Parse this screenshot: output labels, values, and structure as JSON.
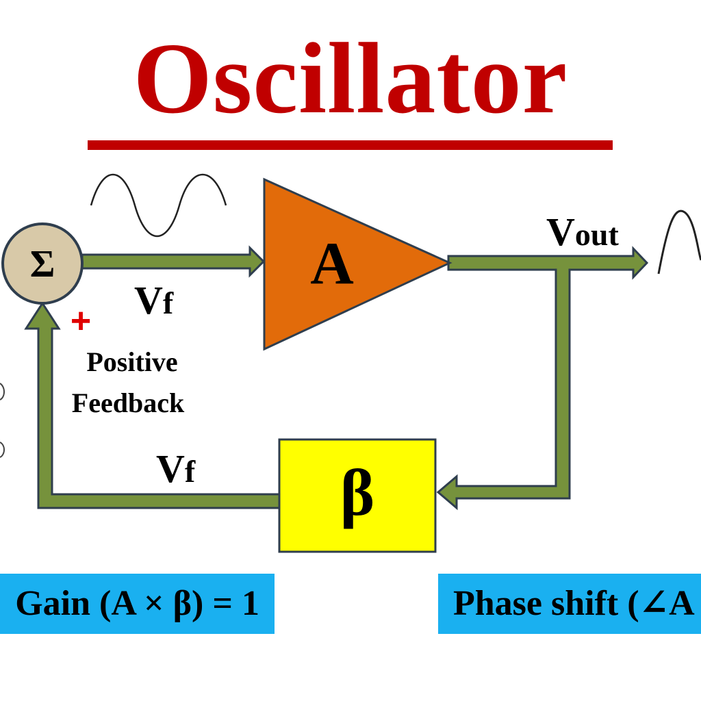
{
  "title": "Oscillator",
  "blocks": {
    "sum_symbol": "Σ",
    "amplifier": "A",
    "feedback_network": "β"
  },
  "signals": {
    "vf_forward": "V",
    "vf_forward_sub": "f",
    "vout": "V",
    "vout_sub": "out",
    "vf_feedback": "V",
    "vf_feedback_sub": "f"
  },
  "feedback_label": {
    "line1": "Positive",
    "line2": "Feedback",
    "sign": "+"
  },
  "conditions": {
    "gain": "Gain (A × β) = 1",
    "phase": "Phase shift (∠A"
  },
  "colors": {
    "title": "#c00000",
    "arrow_fill": "#76923c",
    "arrow_stroke": "#2f3e4e",
    "amplifier": "#e26b0a",
    "beta_box": "#ffff00",
    "sum_circle": "#d8c9a8",
    "formula_bg": "#1ab0f0",
    "plus_sign": "#e00000"
  }
}
